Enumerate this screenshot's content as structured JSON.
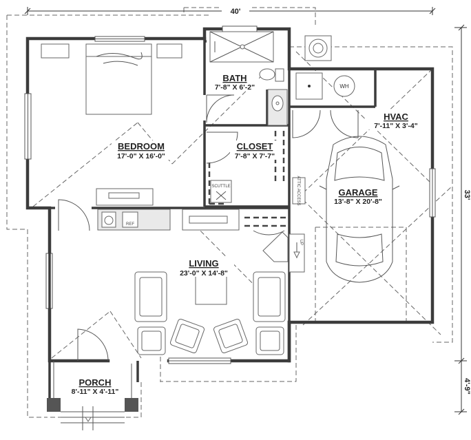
{
  "dimensions": {
    "overall_width": "40'",
    "overall_depth": "33'",
    "porch_depth": "4'-9\""
  },
  "rooms": {
    "bath": {
      "name": "BATH",
      "size": "7'-8\" X 6'-2\""
    },
    "bedroom": {
      "name": "BEDROOM",
      "size": "17'-0\" X 16'-0\""
    },
    "closet": {
      "name": "CLOSET",
      "size": "7'-8\" X 7'-7\""
    },
    "hvac": {
      "name": "HVAC",
      "size": "7'-11\" X 3'-4\""
    },
    "garage": {
      "name": "GARAGE",
      "size": "13'-8\" X 20'-8\""
    },
    "living": {
      "name": "LIVING",
      "size": "23'-0\" X 14'-8\""
    },
    "porch": {
      "name": "PORCH",
      "size": "8'-11\" X 4'-11\""
    }
  },
  "fixtures": {
    "water_heater": "WH",
    "refrigerator": "REF",
    "stair_up": "UP",
    "attic_access": "ATTIC ACCESS",
    "hatch": "SCUTTLE"
  }
}
